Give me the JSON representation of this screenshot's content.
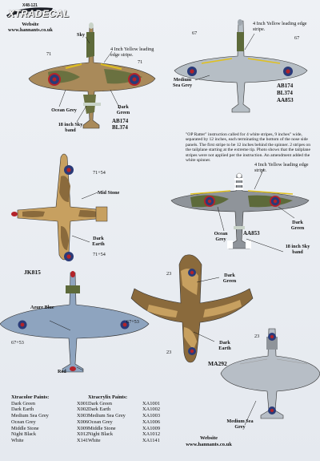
{
  "header": {
    "product_code": "X48-121",
    "brand": "XTRADECAL",
    "website_label": "Website",
    "website_url": "www.hannants.co.uk"
  },
  "views": {
    "upper_left": {
      "labels": [
        "Sky",
        "4 Inch Yellow leading edge stripe.",
        "71",
        "71",
        "Ocean Grey",
        "Dark Green",
        "18 inch Sky band"
      ],
      "serials": [
        "AB174",
        "BL374"
      ]
    },
    "upper_right": {
      "labels": [
        "4 Inch Yellow leading edge stripe.",
        "67",
        "67",
        "Medium Sea Grey"
      ],
      "serials": [
        "AB174",
        "BL374",
        "AA853"
      ]
    },
    "note": "\"OP Ratter\" instruction called for 4 white stripes, 9 inches\" wide, separated by 12 inches, each terminating the bottom of the nose side panels. The first stripe to be 12 inches behind the spinner. 2 stripes on the tailplane starting at the extreme tip. Photo shows that the tailplane stripes were not applied per the instruction. An amendment added the white spinner.",
    "mid_left": {
      "labels": [
        "71+54",
        "Mid Stone",
        "Dark Earth",
        "71+54"
      ]
    },
    "mid_right": {
      "labels": [
        "4 Inch Yellow leading edge stripe.",
        "Ocean Grey",
        "Dark Green",
        "18 inch Sky band"
      ],
      "serial": "AA853"
    },
    "lower_left": {
      "serial": "JK815",
      "labels": [
        "Azure Blue",
        "67+53",
        "67+53",
        "Red"
      ]
    },
    "lower_mid": {
      "labels": [
        "23",
        "Dark Green",
        "Dark Earth",
        "23"
      ]
    },
    "lower_right": {
      "serial": "MA292",
      "labels": [
        "23",
        "Medium Sea Grey"
      ]
    }
  },
  "xtracolor": {
    "title": "Xtracolor Paints:",
    "items": [
      {
        "name": "Dark Green",
        "code": "X001"
      },
      {
        "name": "Dark Earth",
        "code": "X002"
      },
      {
        "name": "Medium Sea Grey",
        "code": "X003"
      },
      {
        "name": "Ocean Grey",
        "code": "X006"
      },
      {
        "name": "Middle Stone",
        "code": "X009"
      },
      {
        "name": "Night Black",
        "code": "X012"
      },
      {
        "name": "White",
        "code": "X141"
      }
    ]
  },
  "xtracrylix": {
    "title": "Xtracrylix Paints:",
    "items": [
      {
        "name": "Dark Green",
        "code": "XA1001"
      },
      {
        "name": "Dark Earth",
        "code": "XA1002"
      },
      {
        "name": "Medium Sea Grey",
        "code": "XA1003"
      },
      {
        "name": "Ocean Grey",
        "code": "XA1006"
      },
      {
        "name": "Middle Stone",
        "code": "XA1009"
      },
      {
        "name": "Night Black",
        "code": "XA1012"
      },
      {
        "name": "White",
        "code": "XA1141"
      }
    ]
  },
  "footer": {
    "website_label": "Website",
    "website_url": "www.hannants.co.uk"
  },
  "colors": {
    "dark_green": "#5d6a3a",
    "dark_earth": "#8a6a3c",
    "mid_stone": "#c7a060",
    "ocean_grey": "#8f949a",
    "sea_grey": "#b7bec6",
    "azure": "#8ea4bf",
    "roundel_blue": "#2a3a78",
    "roundel_red": "#b3232a"
  }
}
